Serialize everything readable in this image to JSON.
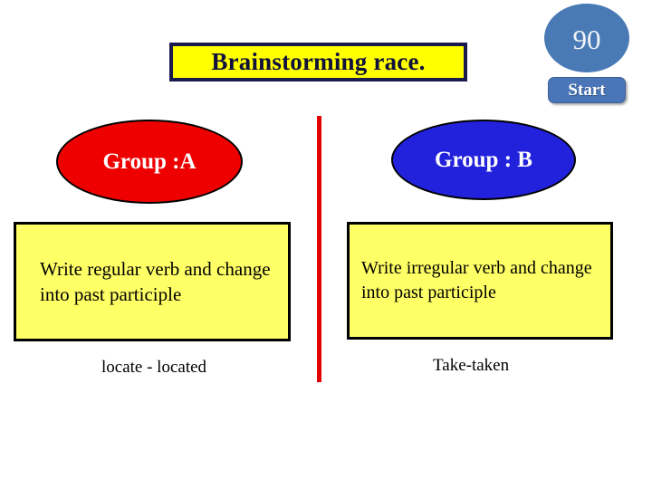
{
  "slide": {
    "title": "Brainstorming race.",
    "background_color": "#ffffff"
  },
  "timer": {
    "value": "90",
    "start_label": "Start",
    "ellipse_color": "#4a7ab5",
    "button_color": "#4a76b8"
  },
  "teams": [
    {
      "name": "Group :A",
      "color": "#ee0000",
      "task": "Write regular verb and change into past participle",
      "example": "locate - located"
    },
    {
      "name": "Group : B",
      "color": "#2222dd",
      "task": "Write irregular verb and change into past participle",
      "example": "Take-taken"
    }
  ],
  "styles": {
    "title_fill": "#ffff00",
    "title_border": "#1a1a4e",
    "task_fill": "#ffff66",
    "divider_color": "#e00000"
  }
}
